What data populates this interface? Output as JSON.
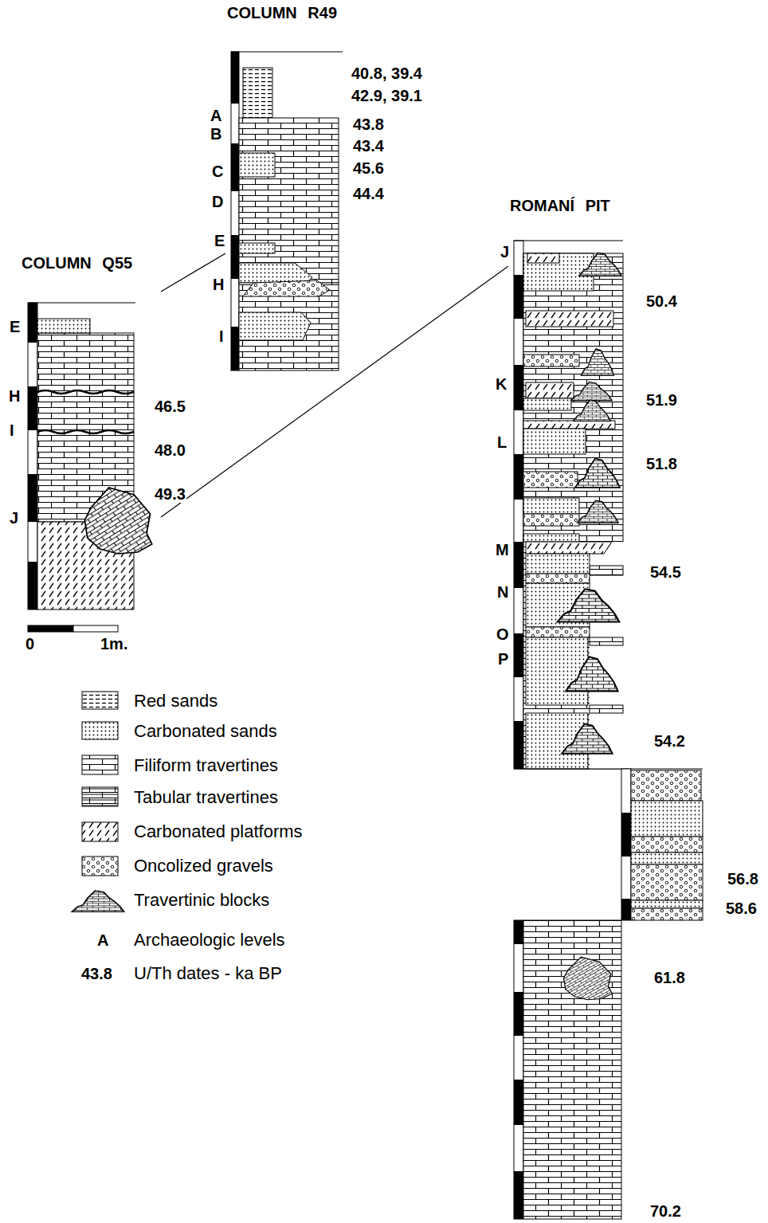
{
  "diagram": {
    "nodes": [
      {
        "text": [
          "COLUMN R49"
        ]
      },
      {
        "text": [
          "COLUMN Q55"
        ]
      },
      {
        "text": [
          "ROMANÍ PIT"
        ]
      }
    ],
    "edges": [
      {
        "from": 1,
        "to": 0,
        "arrow": "none"
      },
      {
        "from": 1,
        "to": 2,
        "arrow": "none"
      }
    ],
    "labels": [
      "A",
      "B",
      "C",
      "D",
      "E",
      "H",
      "I",
      "40.8, 39.4",
      "42.9, 39.1",
      "43.8",
      "43.4",
      "45.6",
      "44.4",
      "E",
      "H",
      "I",
      "J",
      "46.5",
      "48.0",
      "49.3",
      "J",
      "K",
      "L",
      "M",
      "N",
      "O",
      "P",
      "50.4",
      "51.9",
      "51.8",
      "54.5",
      "54.2",
      "56.8",
      "58.6",
      "61.8",
      "70.2",
      "0",
      "1m.",
      "A",
      "43.8"
    ],
    "legend": [
      {
        "text": "Red sands"
      },
      {
        "text": "Carbonated sands"
      },
      {
        "text": "Filiform travertines"
      },
      {
        "text": "Tabular travertines"
      },
      {
        "text": "Carbonated platforms"
      },
      {
        "text": "Oncolized gravels"
      },
      {
        "text": "Travertinic blocks"
      },
      {
        "text": "Archaeologic levels"
      },
      {
        "text": "U/Th dates - ka BP"
      }
    ]
  }
}
